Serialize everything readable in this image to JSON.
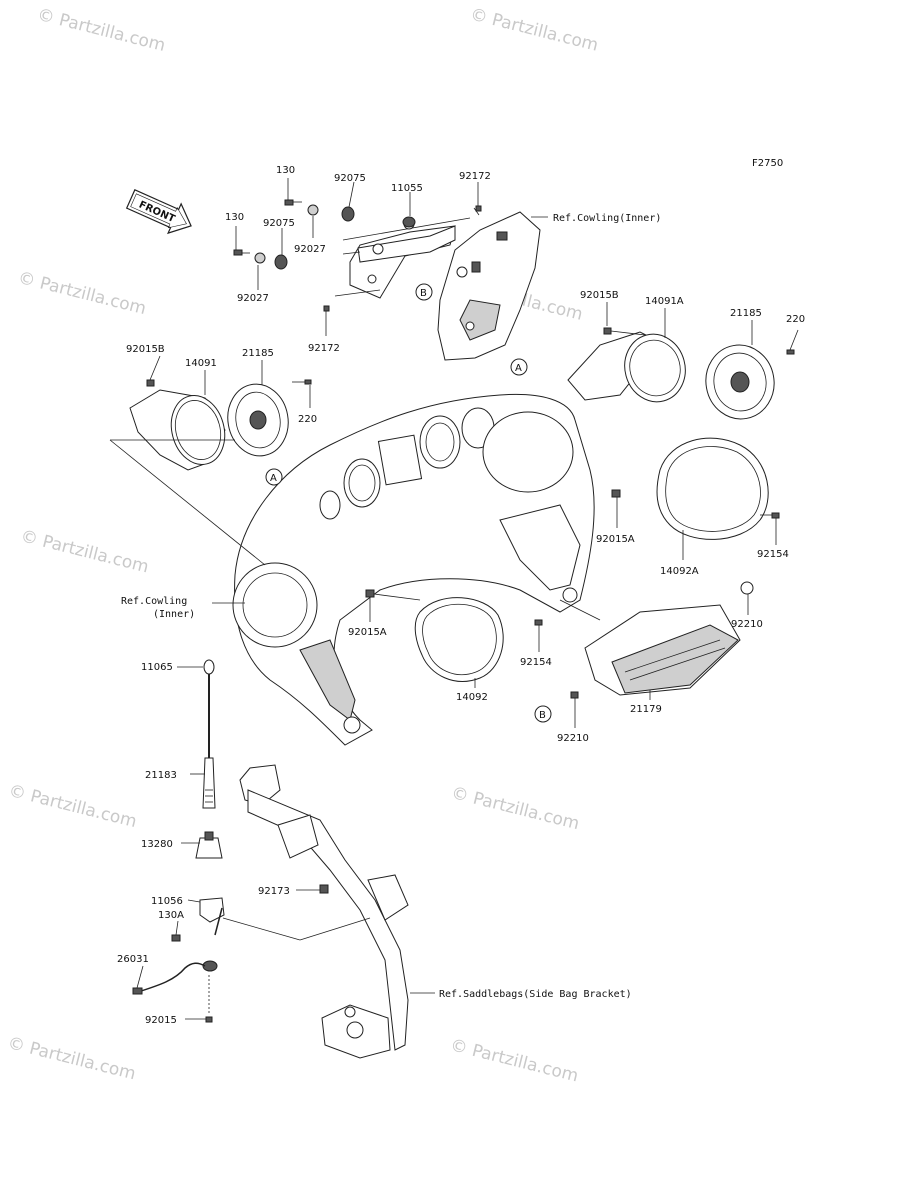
{
  "figure_code": "F2750",
  "front_label": "FRONT",
  "watermark": "© Partzilla.com",
  "callouts": {
    "a": "A",
    "b": "B"
  },
  "refs": {
    "cowling_inner_top": "Ref.Cowling(Inner)",
    "cowling_inner_left_1": "Ref.Cowling",
    "cowling_inner_left_2": "(Inner)",
    "saddlebags": "Ref.Saddlebags(Side Bag Bracket)"
  },
  "parts": {
    "p130_top": "130",
    "p130_left": "130",
    "p92075_top": "92075",
    "p92075_left": "92075",
    "p11055": "11055",
    "p92172_top": "92172",
    "p92027_mid": "92027",
    "p92027_bottom": "92027",
    "p92172_bottom": "92172",
    "p92015B_left": "92015B",
    "p14091": "14091",
    "p21185_left": "21185",
    "p220_left": "220",
    "p92015B_right": "92015B",
    "p14091A": "14091A",
    "p21185_right": "21185",
    "p220_right": "220",
    "p92015A_right": "92015A",
    "p92154_right": "92154",
    "p14092A": "14092A",
    "p92015A_center": "92015A",
    "p92154_center": "92154",
    "p14092": "14092",
    "p92210_right": "92210",
    "p21179": "21179",
    "p92210_bottom": "92210",
    "p11065": "11065",
    "p21183": "21183",
    "p13280": "13280",
    "p92173": "92173",
    "p11056": "11056",
    "p130A": "130A",
    "p26031": "26031",
    "p92015": "92015"
  }
}
